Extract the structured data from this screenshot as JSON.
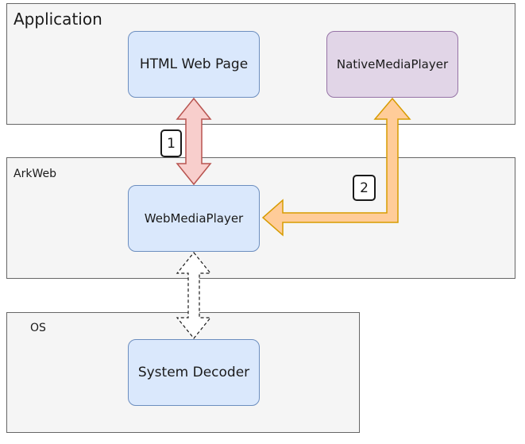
{
  "layers": {
    "application": {
      "label": "Application"
    },
    "arkweb": {
      "label": "ArkWeb"
    },
    "os": {
      "label": "OS"
    }
  },
  "nodes": {
    "html_web_page": {
      "label": "HTML Web Page"
    },
    "native_media_player": {
      "label": "NativeMediaPlayer"
    },
    "web_media_player": {
      "label": "WebMediaPlayer"
    },
    "system_decoder": {
      "label": "System Decoder"
    }
  },
  "badges": {
    "one": "1",
    "two": "2"
  },
  "colors": {
    "layer_fill": "#f5f5f5",
    "blue_fill": "#dae8fc",
    "blue_stroke": "#6c8ebf",
    "purple_fill": "#e1d5e7",
    "purple_stroke": "#9673a6",
    "red_arrow_fill": "#f8cecc",
    "red_arrow_stroke": "#b85450",
    "orange_arrow_fill": "#ffcc99",
    "orange_arrow_stroke": "#d79b00"
  }
}
